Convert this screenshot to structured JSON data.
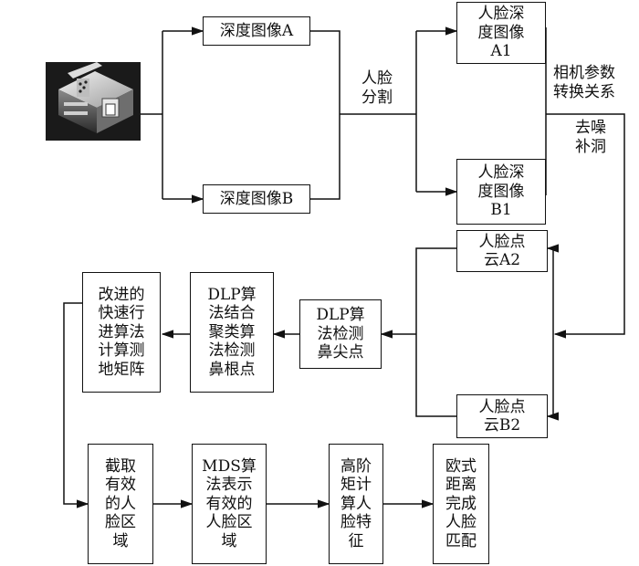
{
  "boxes": {
    "depth_a": "深度图像A",
    "depth_b": "深度图像B",
    "face_depth_a1": [
      "人脸深",
      "度图像",
      "A1"
    ],
    "face_depth_b1": [
      "人脸深",
      "度图像",
      "B1"
    ],
    "face_cloud_a2": [
      "人脸点",
      "云A2"
    ],
    "face_cloud_b2": [
      "人脸点",
      "云B2"
    ],
    "dlp_nose_tip": [
      "DLP算",
      "法检测",
      "鼻尖点"
    ],
    "dlp_nose_root": [
      "DLP算",
      "法结合",
      "聚类算",
      "法检测",
      "鼻根点"
    ],
    "fast_geodesic": [
      "改进的",
      "快速行",
      "进算法",
      "计算测",
      "地矩阵"
    ],
    "crop_face": [
      "截取",
      "有效",
      "的人",
      "脸区",
      "域"
    ],
    "mds_face": [
      "MDS算",
      "法表示",
      "有效的",
      "人脸区",
      "域"
    ],
    "high_moment": [
      "高阶",
      "矩计",
      "算人",
      "脸特",
      "征"
    ],
    "euclid_match": [
      "欧式",
      "距离",
      "完成",
      "人脸",
      "匹配"
    ]
  },
  "labels": {
    "face_segment": [
      "人脸",
      "分割"
    ],
    "camera_param": [
      "相机参数",
      "转换关系"
    ],
    "denoise": [
      "去噪",
      "补洞"
    ]
  },
  "icons": {
    "device": "depth-camera-icon"
  }
}
